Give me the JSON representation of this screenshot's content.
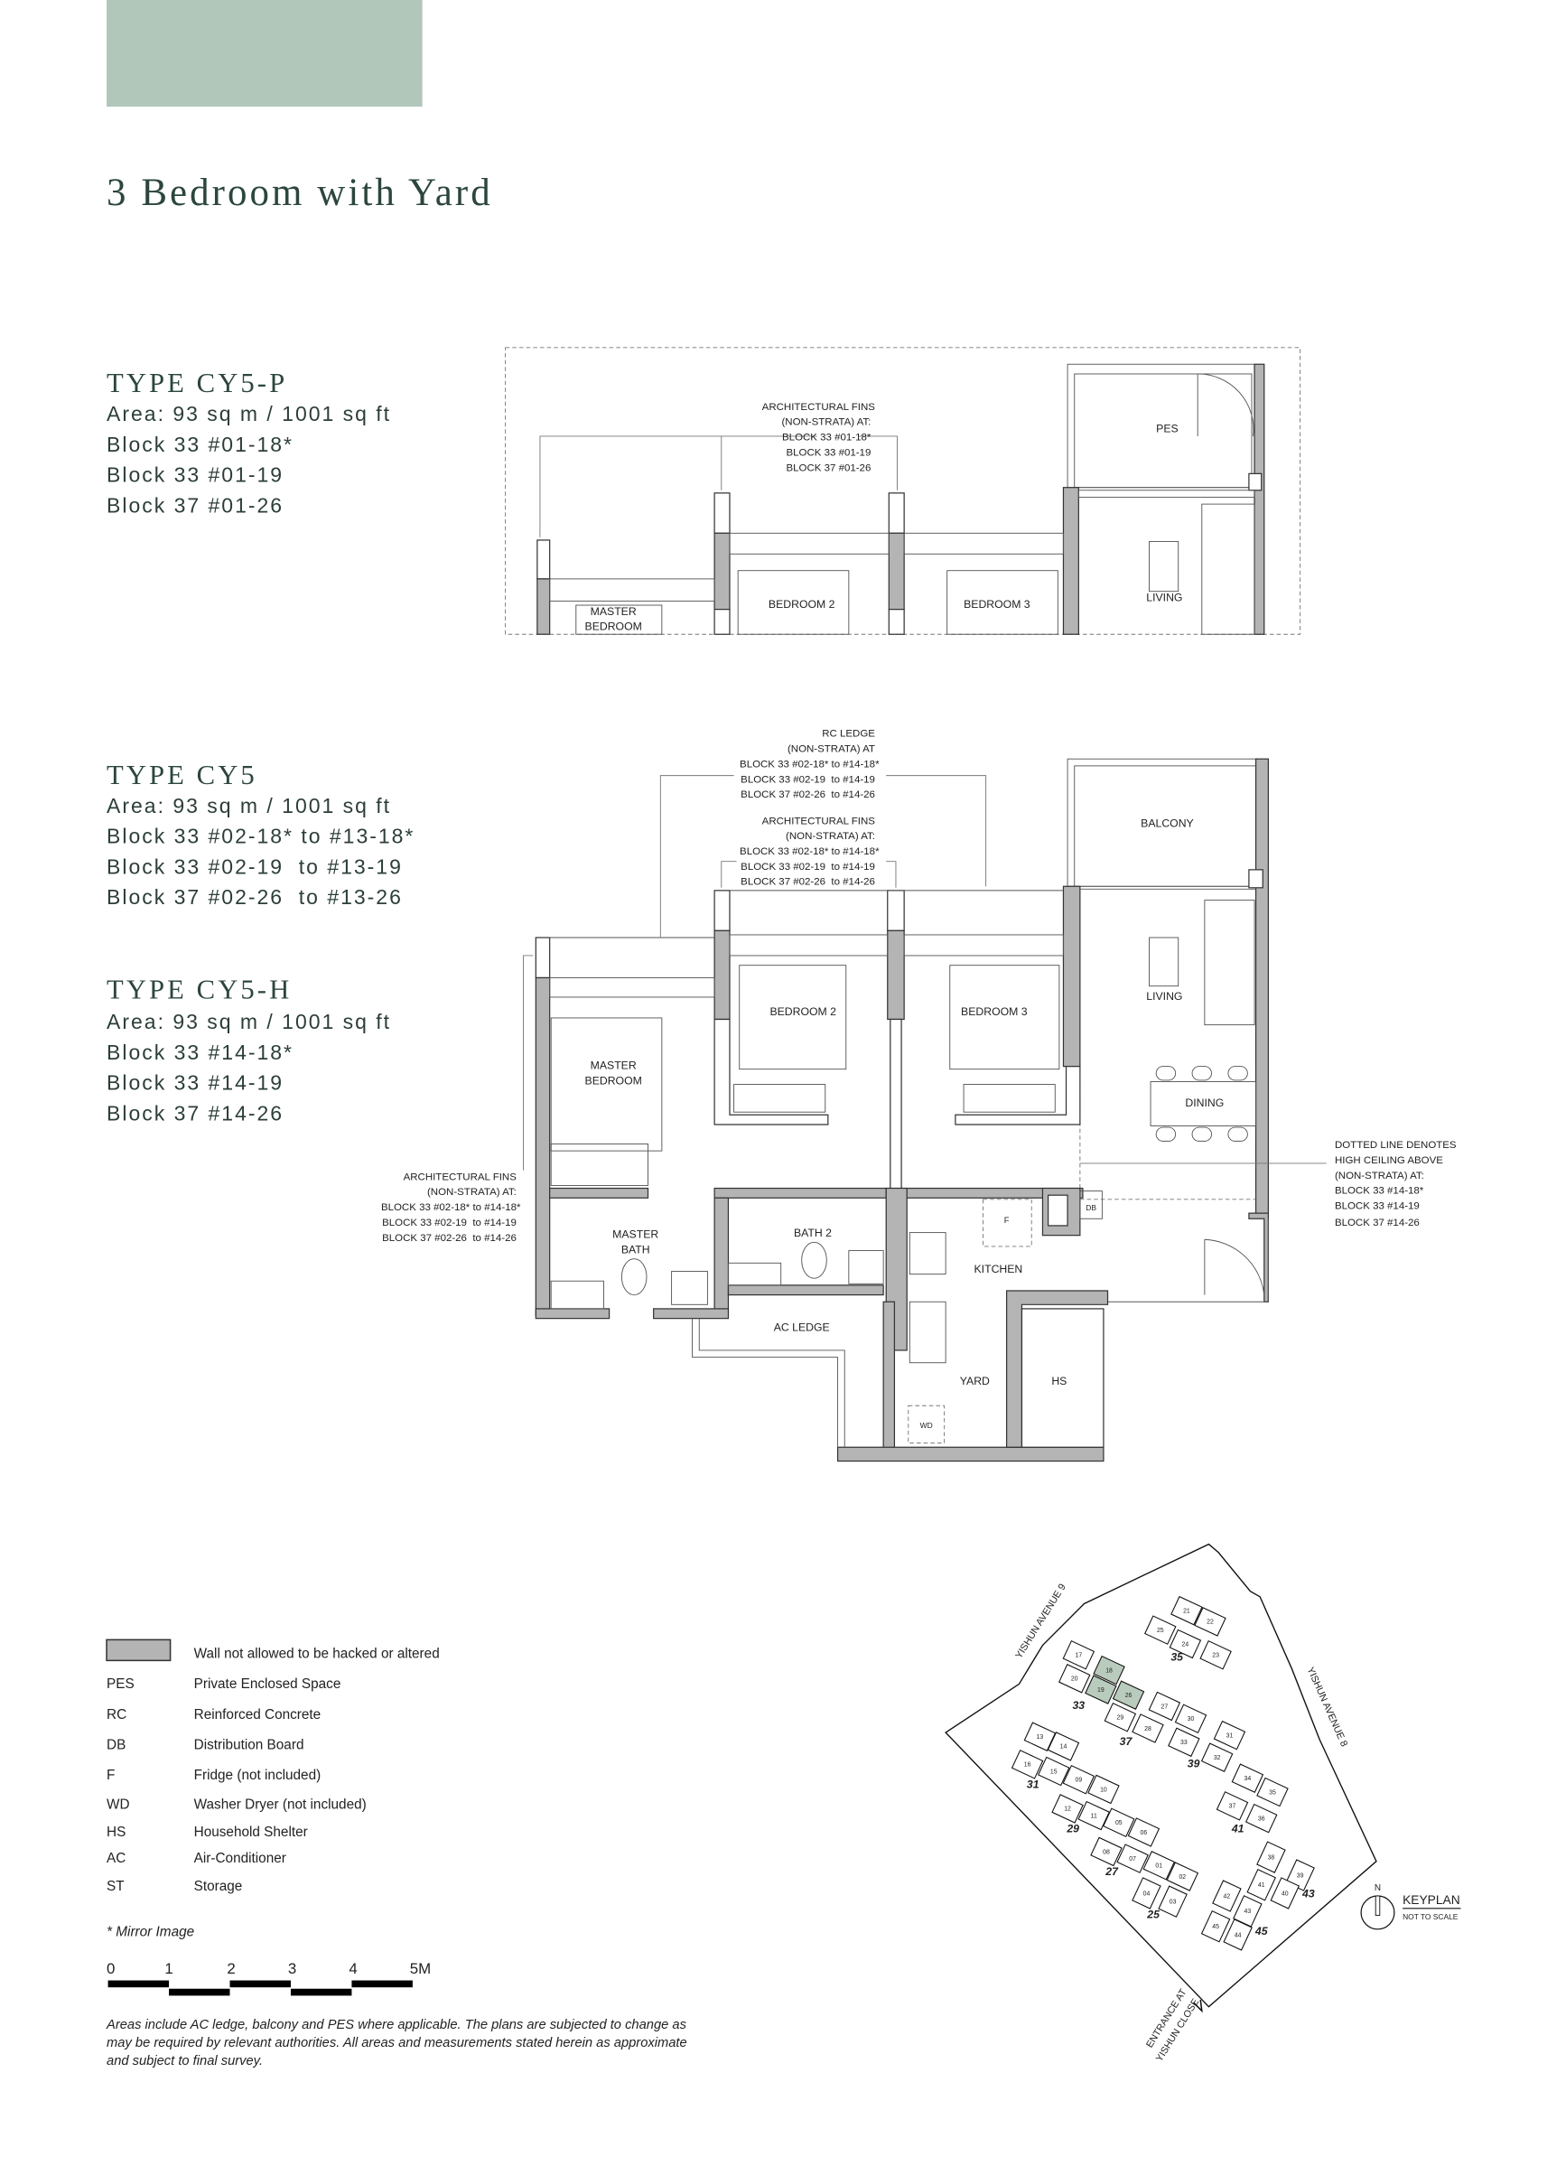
{
  "header": {
    "accent_color": "#b0c7ba",
    "title": "3 Bedroom with Yard"
  },
  "types": [
    {
      "name": "TYPE CY5-P",
      "area": "Area: 93 sq m / 1001 sq ft",
      "units": [
        "Block 33 #01-18*",
        "Block 33 #01-19",
        "Block 37 #01-26"
      ]
    },
    {
      "name": "TYPE CY5",
      "area": "Area: 93 sq m / 1001 sq ft",
      "units": [
        "Block 33 #02-18* to #13-18*",
        "Block 33 #02-19  to #13-19",
        "Block 37 #02-26  to #13-26"
      ]
    },
    {
      "name": "TYPE CY5-H",
      "area": "Area: 93 sq m / 1001 sq ft",
      "units": [
        "Block 33 #14-18*",
        "Block 33 #14-19",
        "Block 37 #14-26"
      ]
    }
  ],
  "plan_p": {
    "fins_note": [
      "ARCHITECTURAL FINS",
      "(NON-STRATA) AT:",
      "BLOCK 33 #01-18*",
      "BLOCK 33 #01-19",
      "BLOCK 37 #01-26"
    ],
    "rooms": {
      "pes": "PES",
      "living": "LIVING",
      "bedroom2": "BEDROOM 2",
      "bedroom3": "BEDROOM 3",
      "master1": "MASTER",
      "master2": "BEDROOM"
    }
  },
  "plan_main": {
    "rc_ledge_note": [
      "RC LEDGE",
      "(NON-STRATA) AT",
      "BLOCK 33 #02-18* to #14-18*",
      "BLOCK 33 #02-19  to #14-19",
      "BLOCK 37 #02-26  to #14-26"
    ],
    "fins_note": [
      "ARCHITECTURAL FINS",
      "(NON-STRATA) AT:",
      "BLOCK 33 #02-18* to #14-18*",
      "BLOCK 33 #02-19  to #14-19",
      "BLOCK 37 #02-26  to #14-26"
    ],
    "left_fins_note": [
      "ARCHITECTURAL FINS",
      "(NON-STRATA) AT:",
      "BLOCK 33 #02-18* to #14-18*",
      "BLOCK 33 #02-19  to #14-19",
      "BLOCK 37 #02-26  to #14-26"
    ],
    "dotted_note": [
      "DOTTED LINE DENOTES",
      "HIGH CEILING ABOVE",
      "(NON-STRATA) AT:",
      "BLOCK 33 #14-18*",
      "BLOCK 33 #14-19",
      "BLOCK 37 #14-26"
    ],
    "rooms": {
      "balcony": "BALCONY",
      "living": "LIVING",
      "dining": "DINING",
      "bedroom2": "BEDROOM 2",
      "bedroom3": "BEDROOM 3",
      "master1": "MASTER",
      "master2": "BEDROOM",
      "mbath1": "MASTER",
      "mbath2": "BATH",
      "bath2": "BATH 2",
      "kitchen": "KITCHEN",
      "ac_ledge": "AC LEDGE",
      "yard": "YARD",
      "hs": "HS",
      "f": "F",
      "db": "DB",
      "wd": "WD"
    }
  },
  "legend": {
    "wall_note": "Wall not allowed to be hacked or altered",
    "items": [
      {
        "abbr": "PES",
        "desc": "Private Enclosed Space"
      },
      {
        "abbr": "RC",
        "desc": "Reinforced Concrete"
      },
      {
        "abbr": "DB",
        "desc": "Distribution Board"
      },
      {
        "abbr": "F",
        "desc": "Fridge (not included)"
      },
      {
        "abbr": "WD",
        "desc": "Washer Dryer (not included)"
      },
      {
        "abbr": "HS",
        "desc": "Household Shelter"
      },
      {
        "abbr": "AC",
        "desc": "Air-Conditioner"
      },
      {
        "abbr": "ST",
        "desc": "Storage"
      }
    ],
    "mirror_note": "* Mirror Image",
    "scale_ticks": [
      "0",
      "1",
      "2",
      "3",
      "4",
      "5M"
    ],
    "disclaimer": [
      "Areas include AC ledge, balcony and PES where applicable. The plans are subjected to change as",
      "may be required by relevant authorities. All areas and measurements stated herein as approximate",
      "and subject to final survey."
    ]
  },
  "keyplan": {
    "title": "KEYPLAN",
    "subtitle": "NOT TO SCALE",
    "north": "N",
    "roads": {
      "ave9": "YISHUN AVENUE 9",
      "ave8": "YISHUN AVENUE 8",
      "entrance1": "ENTRANCE AT",
      "entrance2": "YISHUN CLOSE"
    },
    "highlight_color": "#b9cbbd",
    "units": [
      {
        "label": "21"
      },
      {
        "label": "22"
      },
      {
        "label": "25"
      },
      {
        "label": "24"
      },
      {
        "label": "23"
      },
      {
        "label": "17"
      },
      {
        "label": "18",
        "highlighted": true
      },
      {
        "label": "20"
      },
      {
        "label": "19",
        "highlighted": true
      },
      {
        "label": "26",
        "highlighted": true
      },
      {
        "label": "27"
      },
      {
        "label": "29"
      },
      {
        "label": "30"
      },
      {
        "label": "28"
      },
      {
        "label": "31"
      },
      {
        "label": "33"
      },
      {
        "label": "32"
      },
      {
        "label": "13"
      },
      {
        "label": "14"
      },
      {
        "label": "16"
      },
      {
        "label": "15"
      },
      {
        "label": "09"
      },
      {
        "label": "10"
      },
      {
        "label": "34"
      },
      {
        "label": "35"
      },
      {
        "label": "37"
      },
      {
        "label": "36"
      },
      {
        "label": "12"
      },
      {
        "label": "11"
      },
      {
        "label": "05"
      },
      {
        "label": "06"
      },
      {
        "label": "08"
      },
      {
        "label": "07"
      },
      {
        "label": "01"
      },
      {
        "label": "02"
      },
      {
        "label": "38"
      },
      {
        "label": "39"
      },
      {
        "label": "41"
      },
      {
        "label": "40"
      },
      {
        "label": "04"
      },
      {
        "label": "03"
      },
      {
        "label": "42"
      },
      {
        "label": "43"
      },
      {
        "label": "45"
      },
      {
        "label": "44"
      }
    ],
    "blocks": [
      "35",
      "33",
      "37",
      "39",
      "31",
      "29",
      "41",
      "27",
      "25",
      "43",
      "45"
    ]
  }
}
